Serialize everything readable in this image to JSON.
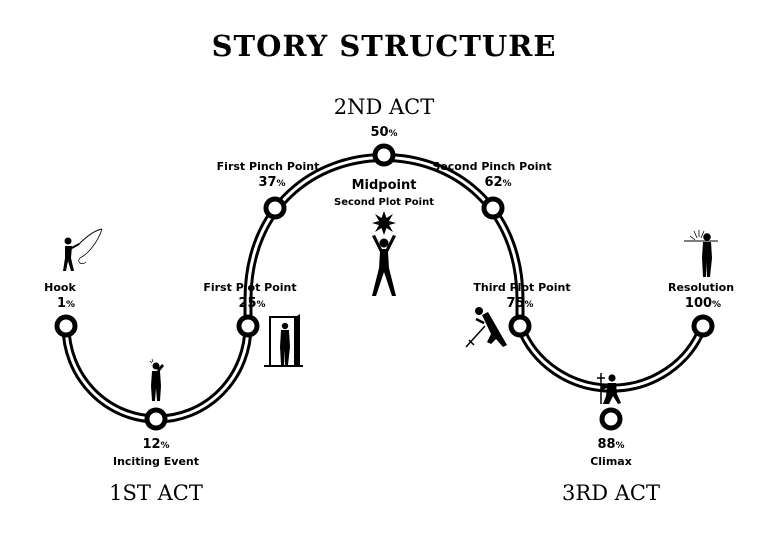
{
  "title": "STORY STRUCTURE",
  "acts": {
    "act1": "1ST ACT",
    "act2": "2ND ACT",
    "act3": "3RD ACT"
  },
  "points": {
    "hook": {
      "label": "Hook",
      "value": "1",
      "unit": "%"
    },
    "inciting": {
      "label": "Inciting Event",
      "value": "12",
      "unit": "%"
    },
    "first_plot": {
      "label": "First Plot Point",
      "value": "25",
      "unit": "%"
    },
    "first_pinch": {
      "label": "First Pinch Point",
      "value": "37",
      "unit": "%"
    },
    "midpoint": {
      "label": "Midpoint",
      "sublabel": "Second Plot Point",
      "value": "50",
      "unit": "%"
    },
    "second_pinch": {
      "label": "Second Pinch Point",
      "value": "62",
      "unit": "%"
    },
    "third_plot": {
      "label": "Third Plot Point",
      "value": "75",
      "unit": "%"
    },
    "climax": {
      "label": "Climax",
      "value": "88",
      "unit": "%"
    },
    "resolution": {
      "label": "Resolution",
      "value": "100",
      "unit": "%"
    }
  },
  "icons": {
    "hook": "fisherman-icon",
    "inciting": "phone-caller-icon",
    "first_plot": "doorway-icon",
    "midpoint": "starburst-figure-icon",
    "third_plot": "fallen-figure-icon",
    "climax": "kneeling-knight-icon",
    "resolution": "sunrise-figure-icon"
  },
  "colors": {
    "ink": "#000000",
    "paper": "#ffffff"
  }
}
